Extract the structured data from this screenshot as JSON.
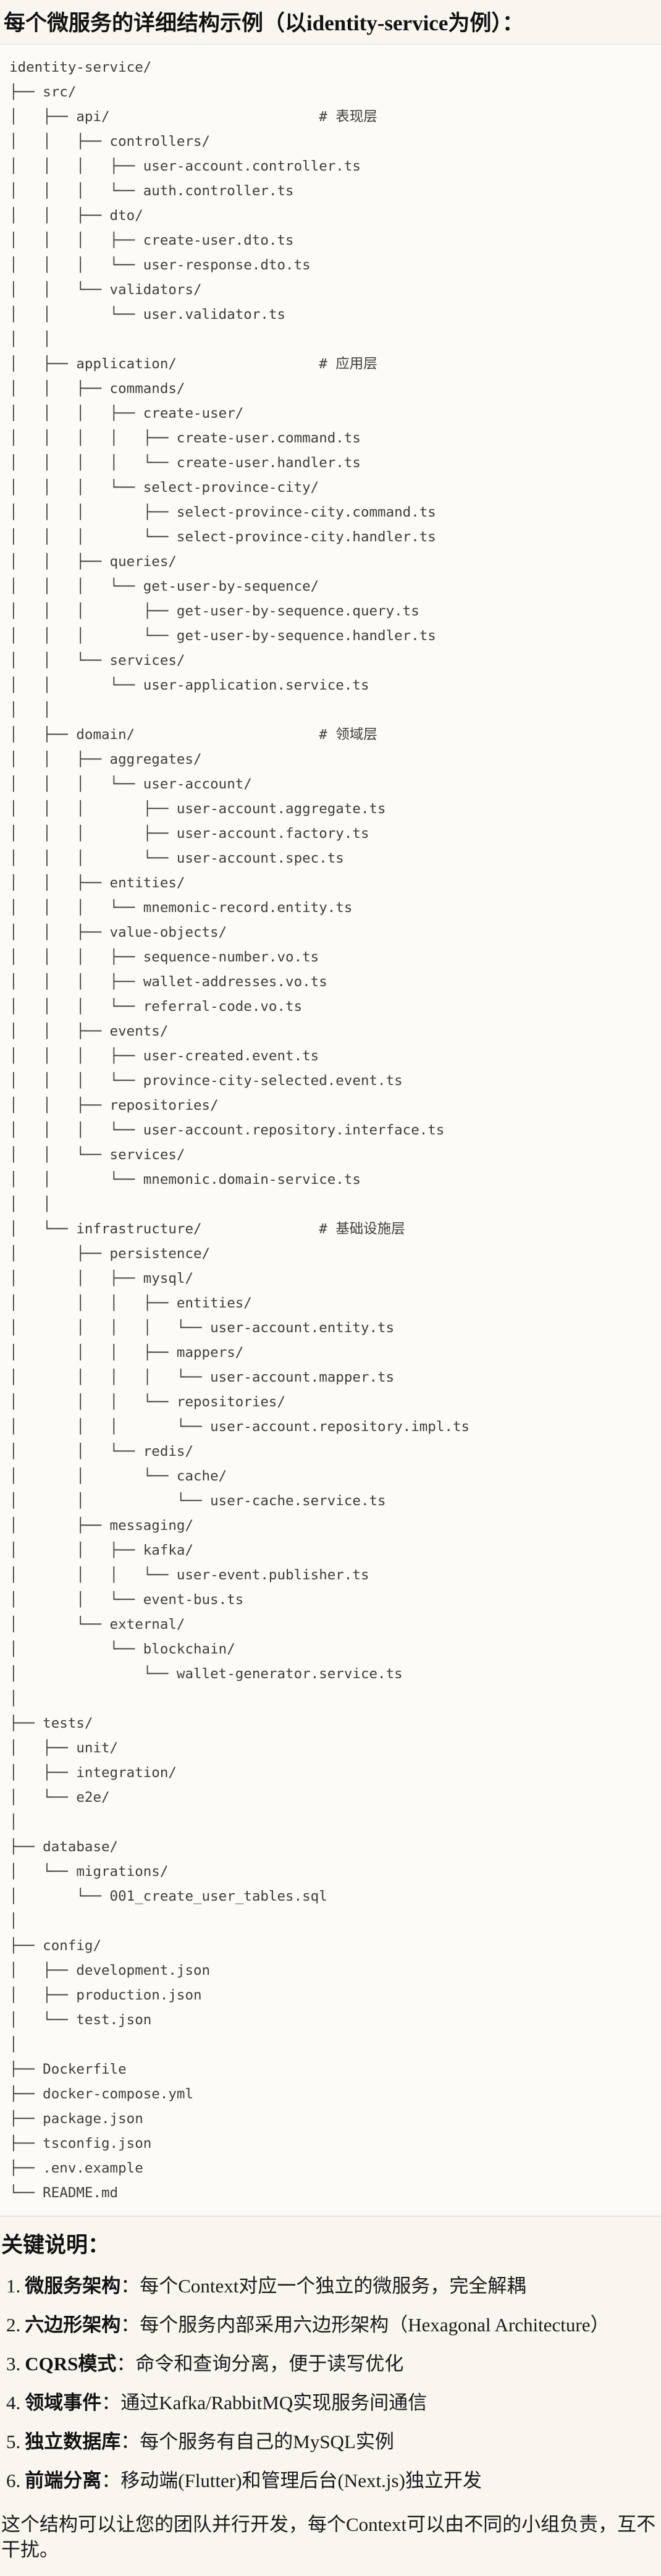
{
  "page": {
    "title": "每个微服务的详细结构示例（以identity-service为例）：",
    "notes_heading": "关键说明：",
    "closing": "这个结构可以让您的团队并行开发，每个Context可以由不同的小组负责，互不干扰。"
  },
  "colors": {
    "page_background": "#f8f6ef",
    "code_background": "#fcfbf7",
    "code_border": "#dbd9cf",
    "code_text": "#3e3d39",
    "body_text": "#1b1a17"
  },
  "tree": {
    "comments": [
      "# 表现层",
      "# 应用层",
      "# 领域层",
      "# 基础设施层"
    ],
    "lines": [
      "identity-service/",
      "├── src/",
      "│   ├── api/                         # 表现层",
      "│   │   ├── controllers/",
      "│   │   │   ├── user-account.controller.ts",
      "│   │   │   └── auth.controller.ts",
      "│   │   ├── dto/",
      "│   │   │   ├── create-user.dto.ts",
      "│   │   │   └── user-response.dto.ts",
      "│   │   └── validators/",
      "│   │       └── user.validator.ts",
      "│   │",
      "│   ├── application/                 # 应用层",
      "│   │   ├── commands/",
      "│   │   │   ├── create-user/",
      "│   │   │   │   ├── create-user.command.ts",
      "│   │   │   │   └── create-user.handler.ts",
      "│   │   │   └── select-province-city/",
      "│   │   │       ├── select-province-city.command.ts",
      "│   │   │       └── select-province-city.handler.ts",
      "│   │   ├── queries/",
      "│   │   │   └── get-user-by-sequence/",
      "│   │   │       ├── get-user-by-sequence.query.ts",
      "│   │   │       └── get-user-by-sequence.handler.ts",
      "│   │   └── services/",
      "│   │       └── user-application.service.ts",
      "│   │",
      "│   ├── domain/                      # 领域层",
      "│   │   ├── aggregates/",
      "│   │   │   └── user-account/",
      "│   │   │       ├── user-account.aggregate.ts",
      "│   │   │       ├── user-account.factory.ts",
      "│   │   │       └── user-account.spec.ts",
      "│   │   ├── entities/",
      "│   │   │   └── mnemonic-record.entity.ts",
      "│   │   ├── value-objects/",
      "│   │   │   ├── sequence-number.vo.ts",
      "│   │   │   ├── wallet-addresses.vo.ts",
      "│   │   │   └── referral-code.vo.ts",
      "│   │   ├── events/",
      "│   │   │   ├── user-created.event.ts",
      "│   │   │   └── province-city-selected.event.ts",
      "│   │   ├── repositories/",
      "│   │   │   └── user-account.repository.interface.ts",
      "│   │   └── services/",
      "│   │       └── mnemonic.domain-service.ts",
      "│   │",
      "│   └── infrastructure/              # 基础设施层",
      "│       ├── persistence/",
      "│       │   ├── mysql/",
      "│       │   │   ├── entities/",
      "│       │   │   │   └── user-account.entity.ts",
      "│       │   │   ├── mappers/",
      "│       │   │   │   └── user-account.mapper.ts",
      "│       │   │   └── repositories/",
      "│       │   │       └── user-account.repository.impl.ts",
      "│       │   └── redis/",
      "│       │       └── cache/",
      "│       │           └── user-cache.service.ts",
      "│       ├── messaging/",
      "│       │   ├── kafka/",
      "│       │   │   └── user-event.publisher.ts",
      "│       │   └── event-bus.ts",
      "│       └── external/",
      "│           └── blockchain/",
      "│               └── wallet-generator.service.ts",
      "│",
      "├── tests/",
      "│   ├── unit/",
      "│   ├── integration/",
      "│   └── e2e/",
      "│",
      "├── database/",
      "│   └── migrations/",
      "│       └── 001_create_user_tables.sql",
      "│",
      "├── config/",
      "│   ├── development.json",
      "│   ├── production.json",
      "│   └── test.json",
      "│",
      "├── Dockerfile",
      "├── docker-compose.yml",
      "├── package.json",
      "├── tsconfig.json",
      "├── .env.example",
      "└── README.md"
    ]
  },
  "notes": {
    "items": [
      {
        "num": "1.",
        "term": "微服务架构",
        "desc": "：每个Context对应一个独立的微服务，完全解耦"
      },
      {
        "num": "2.",
        "term": "六边形架构",
        "desc": "：每个服务内部采用六边形架构（Hexagonal Architecture）"
      },
      {
        "num": "3.",
        "term": "CQRS模式",
        "desc": "：命令和查询分离，便于读写优化"
      },
      {
        "num": "4.",
        "term": "领域事件",
        "desc": "：通过Kafka/RabbitMQ实现服务间通信"
      },
      {
        "num": "5.",
        "term": "独立数据库",
        "desc": "：每个服务有自己的MySQL实例"
      },
      {
        "num": "6.",
        "term": "前端分离",
        "desc": "：移动端(Flutter)和管理后台(Next.js)独立开发"
      }
    ]
  }
}
